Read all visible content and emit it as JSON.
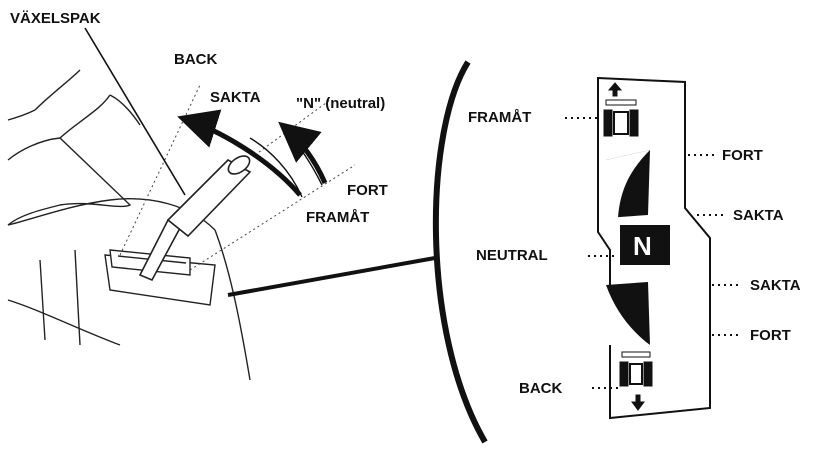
{
  "labels": {
    "lever": "VÄXELSPAK",
    "back_top": "BACK",
    "sakta_top": "SAKTA",
    "neutral_top": "\"N\" (neutral)",
    "fort_mid": "FORT",
    "framat_mid": "FRAMÅT",
    "framat_right": "FRAMÅT",
    "neutral_right": "NEUTRAL",
    "back_right": "BACK",
    "fort_upper": "FORT",
    "sakta_upper": "SAKTA",
    "sakta_lower": "SAKTA",
    "fort_lower": "FORT",
    "n_symbol": "N"
  },
  "colors": {
    "ink": "#111111",
    "background": "#ffffff"
  }
}
